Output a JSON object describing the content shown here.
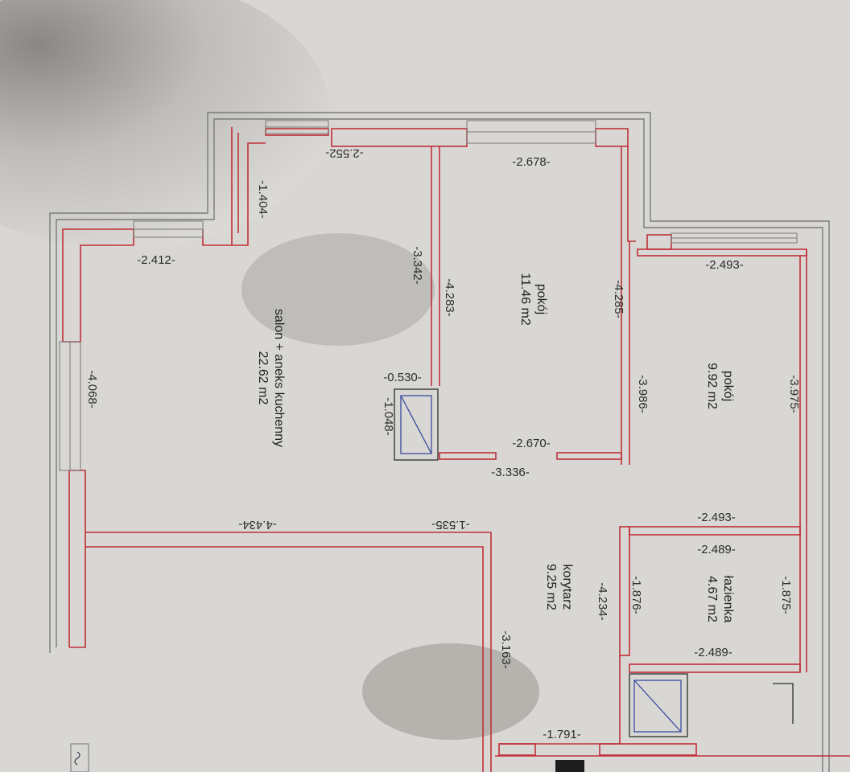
{
  "rooms": {
    "salon": {
      "name": "salon + aneks kuchenny",
      "area": "22.62 m2"
    },
    "pokoj1": {
      "name": "pokój",
      "area": "11.46 m2"
    },
    "pokoj2": {
      "name": "pokój",
      "area": "9.92 m2"
    },
    "lazienka": {
      "name": "łazienka",
      "area": "4.67 m2"
    },
    "korytarz": {
      "name": "korytarz",
      "area": "9.25 m2"
    }
  },
  "dimensions": {
    "d_1404": "-1.404-",
    "d_2552": "-2.552-",
    "d_2678": "-2.678-",
    "d_2412": "-2.412-",
    "d_3342": "-3.342-",
    "d_4283": "-4.283-",
    "d_4285": "-4.285-",
    "d_2493_top": "-2.493-",
    "d_4068": "-4.068-",
    "d_0530": "-0.530-",
    "d_1048": "-1.048-",
    "d_3986": "-3.986-",
    "d_3975": "-3.975-",
    "d_2670": "-2.670-",
    "d_3336": "-3.336-",
    "d_4434": "-4.434-",
    "d_1535": "-1.535-",
    "d_2493_mid": "-2.493-",
    "d_2489_a": "-2.489-",
    "d_4234": "-4.234-",
    "d_1876": "-1.876-",
    "d_1875": "-1.875-",
    "d_2489_b": "-2.489-",
    "d_3163": "-3.163-",
    "d_1791": "-1.791-"
  },
  "colors": {
    "paper": "#d9d7d3",
    "wall_red": "#c0303a",
    "wall_gray": "#7a7a7a",
    "fixture_blue": "#3a4aa0"
  }
}
